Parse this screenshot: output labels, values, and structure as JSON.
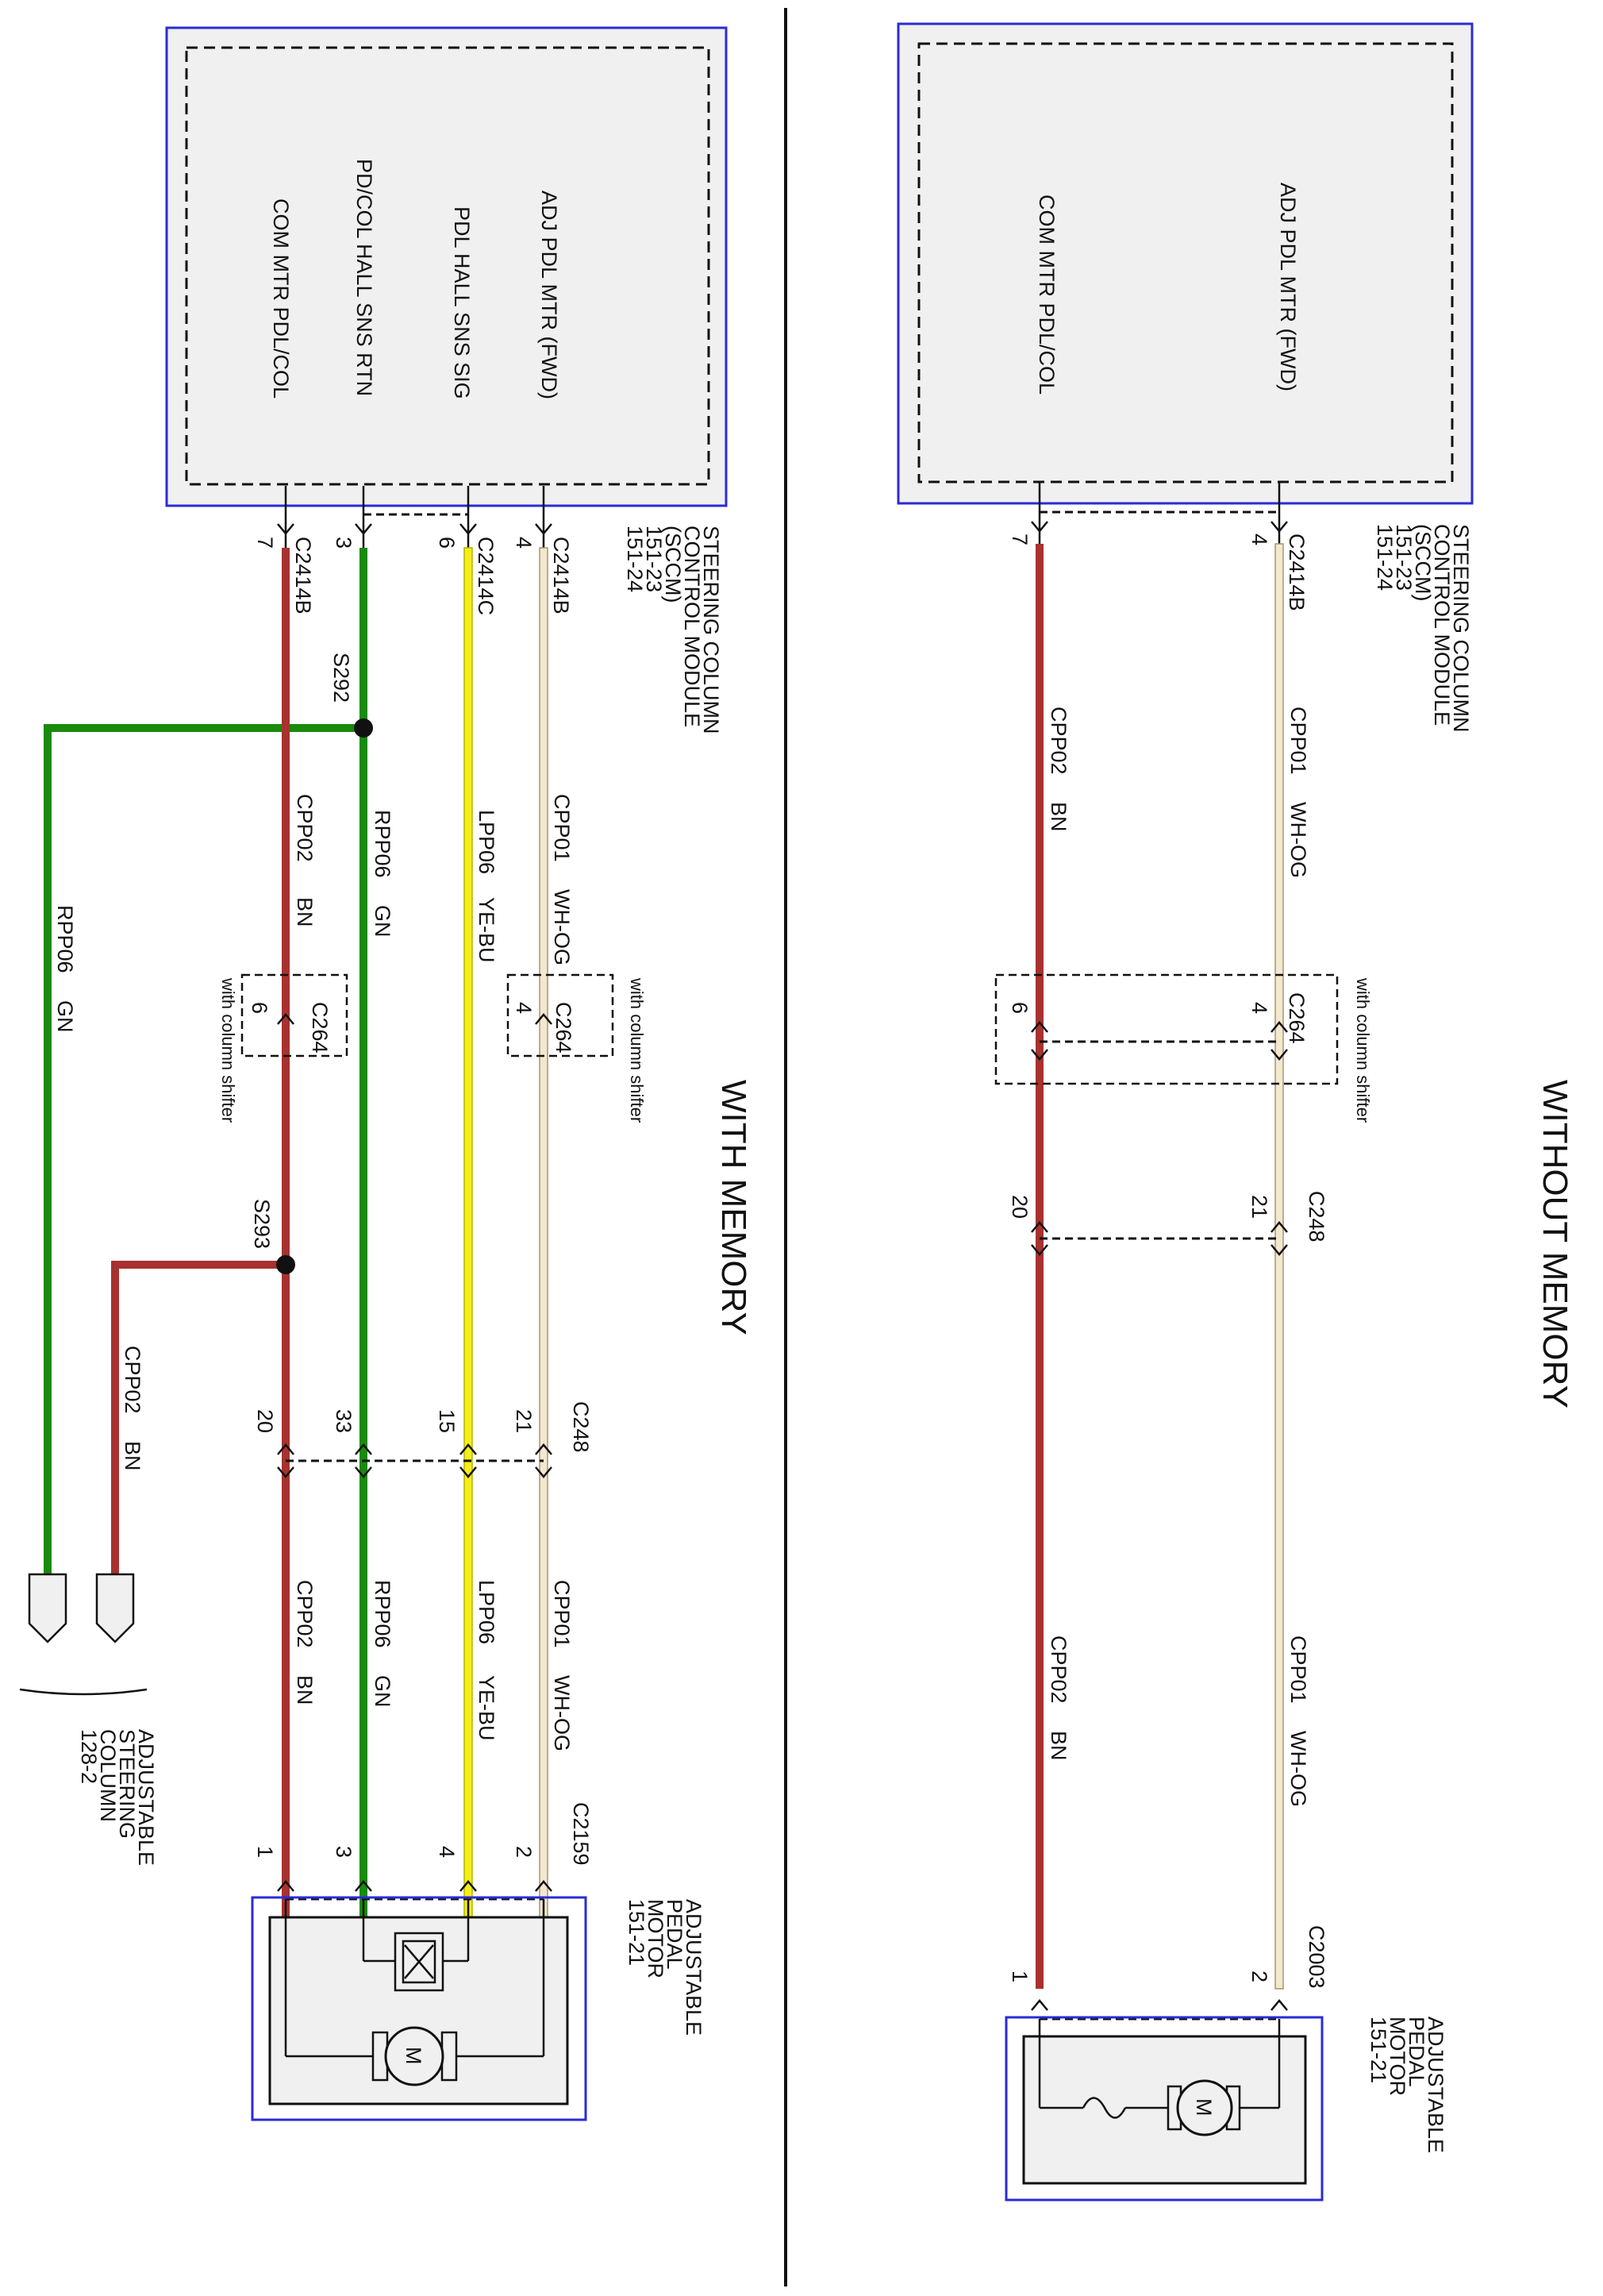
{
  "titles": {
    "with_memory": "WITH MEMORY",
    "without_memory": "WITHOUT MEMORY"
  },
  "module": {
    "name_lines": [
      "STEERING COLUMN",
      "CONTROL MODULE",
      "(SCCM)",
      "151-23",
      "151-24"
    ],
    "signals_with": [
      "ADJ PDL MTR (FWD)",
      "PDL HALL SNS SIG",
      "PD/COL HALL SNS RTN",
      "COM MTR PDL/COL"
    ],
    "signals_without": [
      "ADJ PDL MTR (FWD)",
      "COM MTR PDL/COL"
    ]
  },
  "motor": {
    "name_lines": [
      "ADJUSTABLE",
      "PEDAL",
      "MOTOR",
      "151-21"
    ],
    "symbol": "M"
  },
  "steering_column": {
    "name_lines": [
      "ADJUSTABLE",
      "STEERING",
      "COLUMN",
      "128-2"
    ]
  },
  "connectors": {
    "C2414B": "C2414B",
    "C2414C": "C2414C",
    "C264": "C264",
    "C248": "C248",
    "C2159": "C2159",
    "C2003": "C2003"
  },
  "splices": {
    "S292": "S292",
    "S293": "S293"
  },
  "option_note": "with column shifter",
  "circuits": {
    "CPP01": {
      "code": "CPP01",
      "color": "WH-OG",
      "hex": "#f3e8cf"
    },
    "LPP06": {
      "code": "LPP06",
      "color": "YE-BU",
      "hex": "#f4ee1c"
    },
    "RPP06": {
      "code": "RPP06",
      "color": "GN",
      "hex": "#1a8a0d"
    },
    "CPP02": {
      "code": "CPP02",
      "color": "BN",
      "hex": "#a7322f"
    }
  },
  "pins_with": {
    "module": [
      "4",
      "6",
      "3",
      "7"
    ],
    "c264": [
      "4",
      "6"
    ],
    "c248": [
      "21",
      "15",
      "33",
      "20"
    ],
    "motor": [
      "2",
      "4",
      "3",
      "1"
    ]
  },
  "pins_without": {
    "module": [
      "4",
      "7"
    ],
    "c264": [
      "4",
      "6"
    ],
    "c248": [
      "21",
      "20"
    ],
    "motor": [
      "2",
      "1"
    ]
  },
  "colors": {
    "module_border": "#2b2bd6",
    "module_fill": "#f0f0f0"
  }
}
